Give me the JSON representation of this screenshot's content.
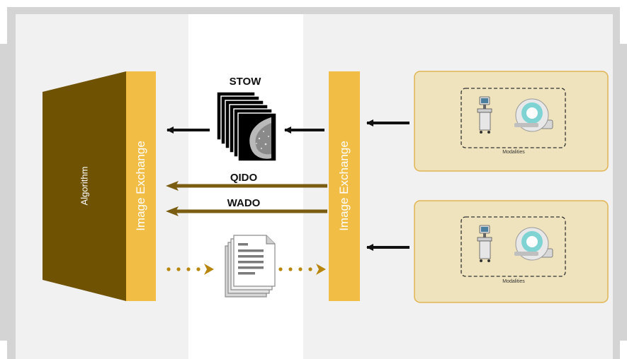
{
  "algorithm_label": "Algorithm",
  "image_exchange_left_label": "Image Exchange",
  "image_exchange_right_label": "Image Exchange",
  "protocols": {
    "stow": "STOW",
    "qido": "QIDO",
    "wado": "WADO"
  },
  "modalities": [
    {
      "label": "Modalities"
    },
    {
      "label": "Modalities"
    }
  ],
  "colors": {
    "algorithm": "#6f5303",
    "exchange": "#f2bd45",
    "protocol_arrow": "#7a5d11",
    "modality_box": "#efe3bd",
    "modality_border": "#e1b452",
    "panel": "#ebebeb"
  },
  "icons": [
    "stacked-images-icon",
    "document-stack-icon",
    "ultrasound-machine-icon",
    "mri-scanner-icon"
  ]
}
